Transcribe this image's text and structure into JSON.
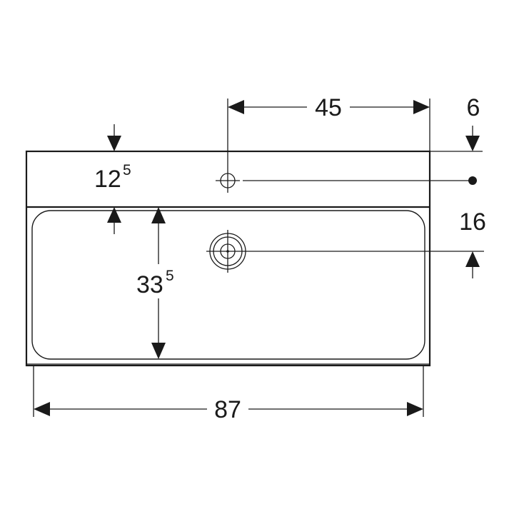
{
  "dimensions": {
    "width_top": "45",
    "width_total": "87",
    "rim_right": "6",
    "tap_hole_depth_main": "12",
    "tap_hole_depth_sup": "5",
    "overflow_offset": "16",
    "bowl_depth_main": "33",
    "bowl_depth_sup": "5"
  }
}
